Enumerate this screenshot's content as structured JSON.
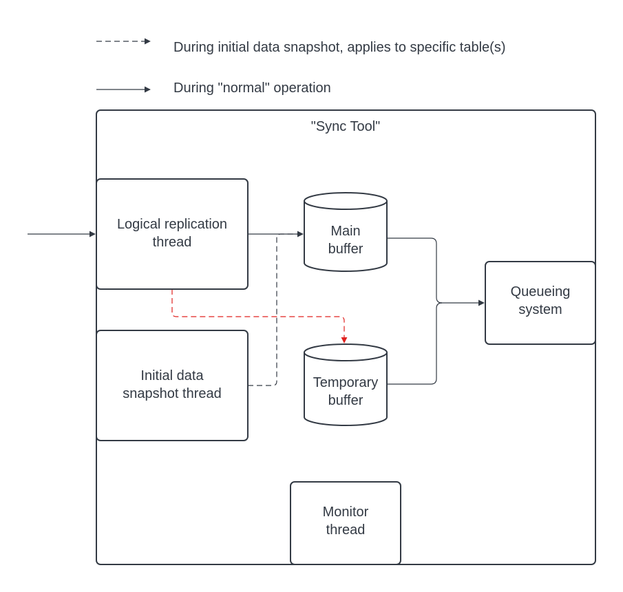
{
  "legend": {
    "dashed_text": "During initial data snapshot, applies to specific table(s)",
    "solid_text": "During \"normal\" operation"
  },
  "container": {
    "title": "\"Sync Tool\""
  },
  "nodes": {
    "logical_replication": [
      "Logical replication",
      "thread"
    ],
    "initial_snapshot": [
      "Initial data",
      "snapshot thread"
    ],
    "main_buffer": [
      "Main",
      "buffer"
    ],
    "temporary_buffer": [
      "Temporary",
      "buffer"
    ],
    "queueing_system": [
      "Queueing",
      "system"
    ],
    "monitor": [
      "Monitor",
      "thread"
    ]
  },
  "colors": {
    "stroke": "#333a44",
    "highlight_dashed": "#e0211f"
  }
}
